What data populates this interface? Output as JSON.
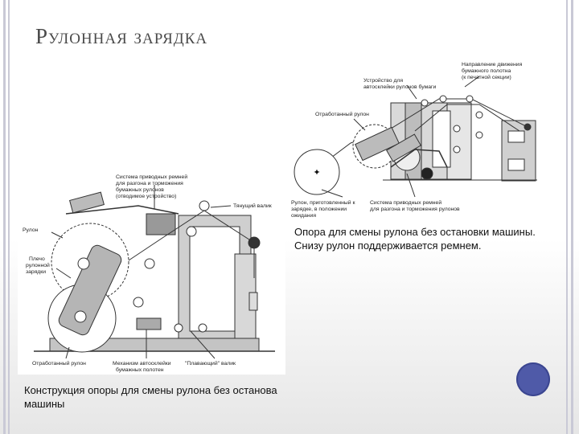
{
  "slide": {
    "title": "Рулонная зарядка"
  },
  "figure_left": {
    "labels": {
      "belts_l1": "Система приводных ремней",
      "belts_l2": "для разгона и торможения",
      "belts_l3": "бумажных рулонов",
      "belts_l4": "(отводимое устройство)",
      "pull_roller": "Тянущий валик",
      "roll": "Рулон",
      "arm_l1": "Плечо",
      "arm_l2": "рулонной",
      "arm_l3": "зарядки",
      "spent_roll": "Отработанный рулон",
      "splice_l1": "Механизм автосклейки",
      "splice_l2": "бумажных полотен",
      "floating_roller": "\"Плавающий\" валик"
    }
  },
  "figure_right": {
    "labels": {
      "direction_l1": "Направление движения",
      "direction_l2": "бумажного полотна",
      "direction_l3": "(к печатной секции)",
      "splicer_l1": "Устройство для",
      "splicer_l2": "автосклейки рулонов бумаги",
      "spent_roll": "Отработанный рулон",
      "ready_l1": "Рулон, приготовленный к",
      "ready_l2": "зарядке, в положении",
      "ready_l3": "ожидания",
      "belts_l1": "Система приводных ремней",
      "belts_l2": "для разгона и торможения рулонов"
    }
  },
  "captions": {
    "left": "Конструкция опоры для смены рулона без останова машины",
    "right": "Опора для смены рулона без остановки машины. Снизу рулон поддерживается ремнем."
  },
  "colors": {
    "nav_button": "#4f5aa8",
    "rails": "#c9c9d6",
    "title": "#4a4a4a"
  }
}
